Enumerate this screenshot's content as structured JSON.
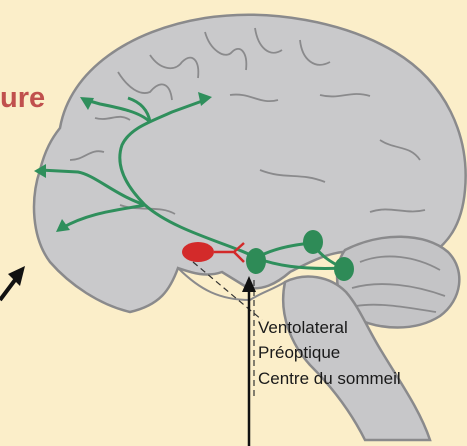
{
  "background_color": "#fbeec9",
  "partial_heading": "ure",
  "labels": {
    "line1": "Ventolateral",
    "line2": "Préoptique",
    "line3": "Centre du sommeil"
  },
  "colors": {
    "brain_fill": "#c9c9cb",
    "brain_outline": "#8a8a8c",
    "pathway_green": "#2f8f5c",
    "nucleus_green": "#2e8b57",
    "vlpo_red": "#d32a2a",
    "heading_red": "#c0504d",
    "arrow_black": "#111111"
  }
}
